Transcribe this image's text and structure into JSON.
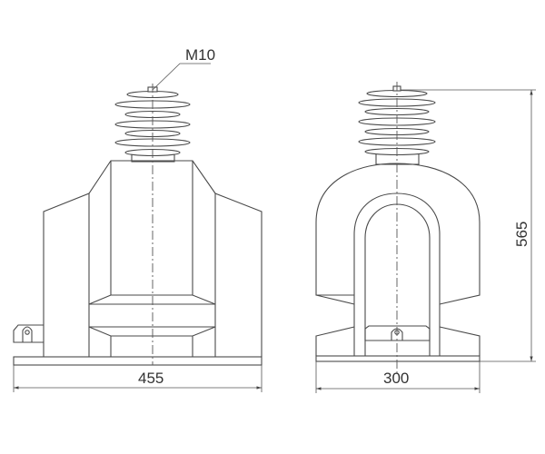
{
  "drawing": {
    "front_view": {
      "thread_label": "M10",
      "width_dimension": "455"
    },
    "side_view": {
      "width_dimension": "300",
      "height_dimension": "565"
    },
    "line_color": "#4a4a4a"
  }
}
